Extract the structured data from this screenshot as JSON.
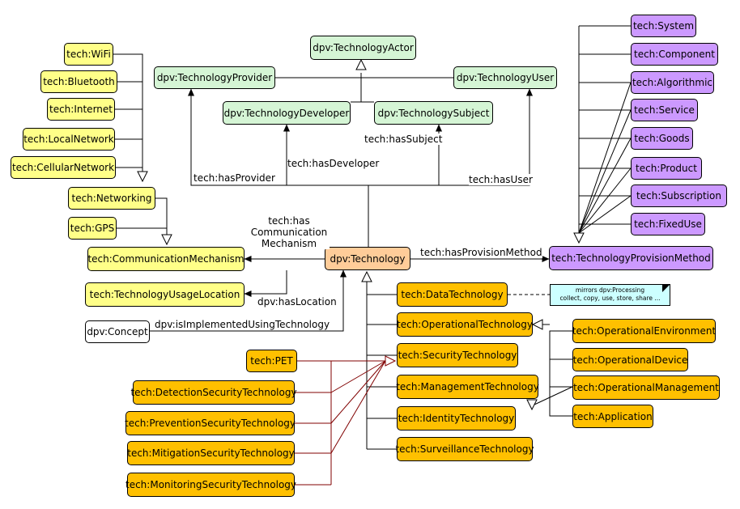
{
  "nodes": {
    "wifi": "tech:WiFi",
    "bluetooth": "tech:Bluetooth",
    "internet": "tech:Internet",
    "localnetwork": "tech:LocalNetwork",
    "cellular": "tech:CellularNetwork",
    "networking": "tech:Networking",
    "gps": "tech:GPS",
    "commmech": "tech:CommunicationMechanism",
    "usageloc": "tech:TechnologyUsageLocation",
    "concept": "dpv:Concept",
    "pet": "tech:PET",
    "detection": "tech:DetectionSecurityTechnology",
    "prevention": "tech:PreventionSecurityTechnology",
    "mitigation": "tech:MitigationSecurityTechnology",
    "monitoring": "tech:MonitoringSecurityTechnology",
    "actor": "dpv:TechnologyActor",
    "provider": "dpv:TechnologyProvider",
    "user": "dpv:TechnologyUser",
    "developer": "dpv:TechnologyDeveloper",
    "subject": "dpv:TechnologySubject",
    "technology": "dpv:Technology",
    "datatech": "tech:DataTechnology",
    "optech": "tech:OperationalTechnology",
    "sectech": "tech:SecurityTechnology",
    "mgmttech": "tech:ManagementTechnology",
    "idtech": "tech:IdentityTechnology",
    "survtech": "tech:SurveillanceTechnology",
    "openv": "tech:OperationalEnvironment",
    "opdevice": "tech:OperationalDevice",
    "opmgmt": "tech:OperationalManagement",
    "application": "tech:Application",
    "system": "tech:System",
    "component": "tech:Component",
    "algorithmic": "tech:Algorithmic",
    "service": "tech:Service",
    "goods": "tech:Goods",
    "product": "tech:Product",
    "subscription": "tech:Subscription",
    "fixeduse": "tech:FixedUse",
    "provmethod": "tech:TechnologyProvisionMethod"
  },
  "labels": {
    "hasProvider": "tech:hasProvider",
    "hasDeveloper": "tech:hasDeveloper",
    "hasSubject": "tech:hasSubject",
    "hasUser": "tech:hasUser",
    "hasComm1": "tech:has",
    "hasComm2": "Communication",
    "hasComm3": "Mechanism",
    "hasLocation": "dpv:hasLocation",
    "isImplemented": "dpv:isImplementedUsingTechnology",
    "hasProvision": "tech:hasProvisionMethod"
  },
  "note": {
    "line1": "mirrors dpv:Processing",
    "line2": "collect, copy, use, store, share ..."
  },
  "colors": {
    "yellow": "#ffff88",
    "green": "#d5f5d5",
    "purple": "#cc99ff",
    "orange": "#ffc000",
    "peach": "#ffcc99",
    "note": "#ccffff",
    "pet_line": "#800000"
  }
}
